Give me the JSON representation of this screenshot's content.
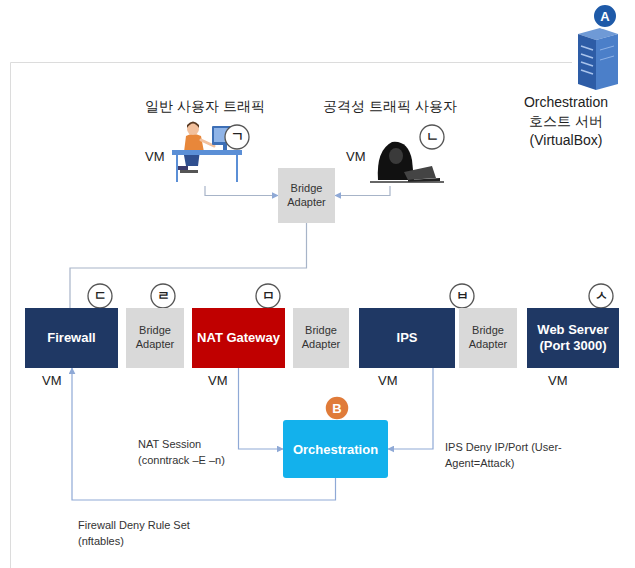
{
  "diagram": {
    "nodes": [
      {
        "text": [
          "일반 사용자 트래픽"
        ]
      },
      {
        "text": [
          "공격성 트래픽 사용자"
        ]
      },
      {
        "text": [
          "Bridge Adapter"
        ]
      },
      {
        "text": [
          "Firewall"
        ]
      },
      {
        "text": [
          "Bridge Adapter"
        ]
      },
      {
        "text": [
          "NAT Gateway"
        ]
      },
      {
        "text": [
          "Bridge Adapter"
        ]
      },
      {
        "text": [
          "IPS"
        ]
      },
      {
        "text": [
          "Bridge Adapter"
        ]
      },
      {
        "text": [
          "Web Server (Port 3000)"
        ]
      },
      {
        "text": [
          "Orchestration"
        ]
      }
    ],
    "edges": [
      {
        "from": 0,
        "to": 2,
        "arrow": "to"
      },
      {
        "from": 1,
        "to": 2,
        "arrow": "to"
      },
      {
        "from": 2,
        "to": 3,
        "arrow": "none"
      },
      {
        "from": 5,
        "to": 10,
        "label": "NAT Session (conntrack –E –n)",
        "arrow": "to"
      },
      {
        "from": 7,
        "to": 10,
        "label": "IPS Deny IP/Port (User-Agent=Attack)",
        "arrow": "to"
      },
      {
        "from": 10,
        "to": 3,
        "label": "Firewall Deny Rule Set (nftables)",
        "arrow": "to"
      }
    ],
    "labels": [
      "Orchestration 호스트 서버 (VirtualBox)",
      "A",
      "ㄱ",
      "ㄴ",
      "VM",
      "VM",
      "ㄷ",
      "ㄹ",
      "ㅁ",
      "ㅂ",
      "ㅅ",
      "VM",
      "VM",
      "VM",
      "VM",
      "B"
    ]
  }
}
